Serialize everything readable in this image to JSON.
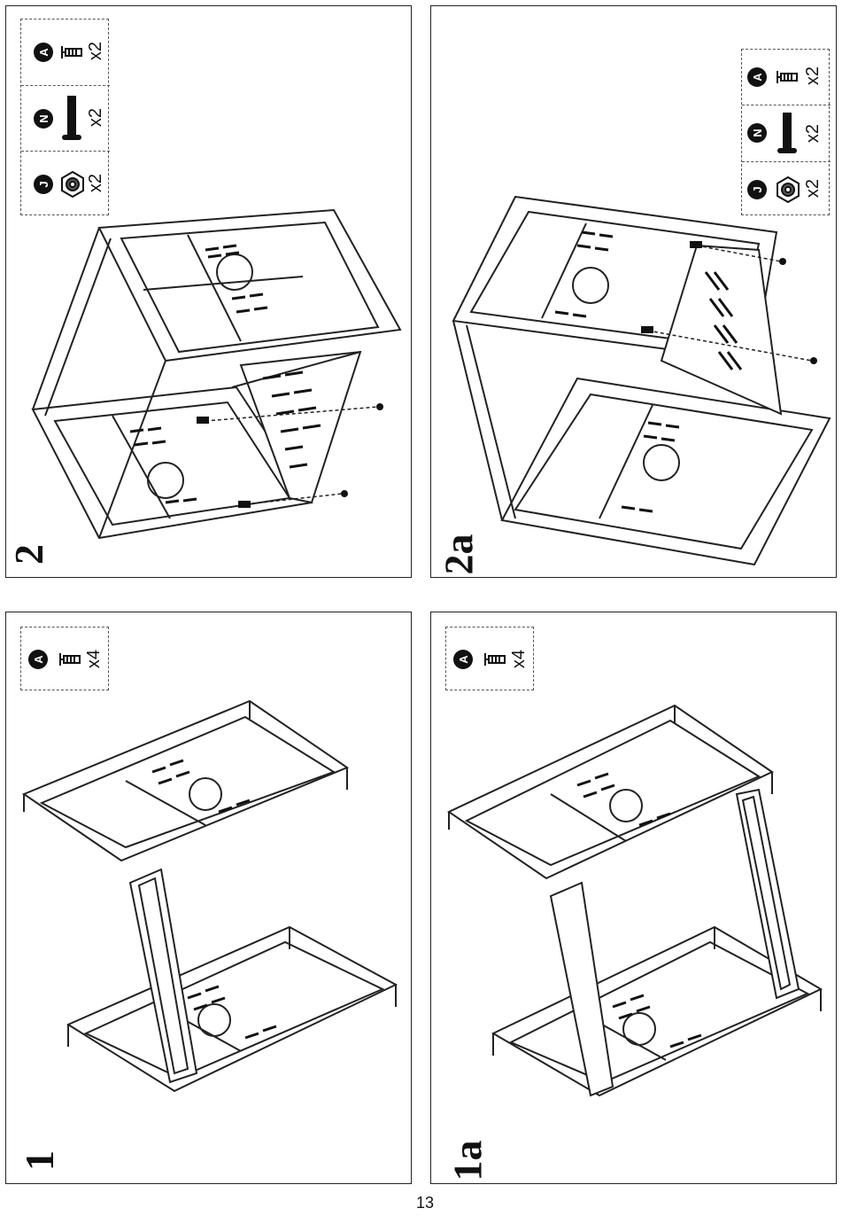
{
  "page": {
    "number": "13"
  },
  "steps": [
    {
      "id": "2",
      "label": "2",
      "parts": [
        {
          "letter": "A",
          "qty": "x2",
          "icon": "screw-icon"
        },
        {
          "letter": "N",
          "qty": "x2",
          "icon": "bolt-icon"
        },
        {
          "letter": "J",
          "qty": "x2",
          "icon": "nut-icon"
        }
      ]
    },
    {
      "id": "2a",
      "label": "2a",
      "parts": [
        {
          "letter": "A",
          "qty": "x2",
          "icon": "screw-icon"
        },
        {
          "letter": "N",
          "qty": "x2",
          "icon": "bolt-icon"
        },
        {
          "letter": "J",
          "qty": "x2",
          "icon": "nut-icon"
        }
      ]
    },
    {
      "id": "1",
      "label": "1",
      "parts": [
        {
          "letter": "A",
          "qty": "x4",
          "icon": "screw-icon"
        }
      ]
    },
    {
      "id": "1a",
      "label": "1a",
      "parts": [
        {
          "letter": "A",
          "qty": "x4",
          "icon": "screw-icon"
        }
      ]
    }
  ]
}
